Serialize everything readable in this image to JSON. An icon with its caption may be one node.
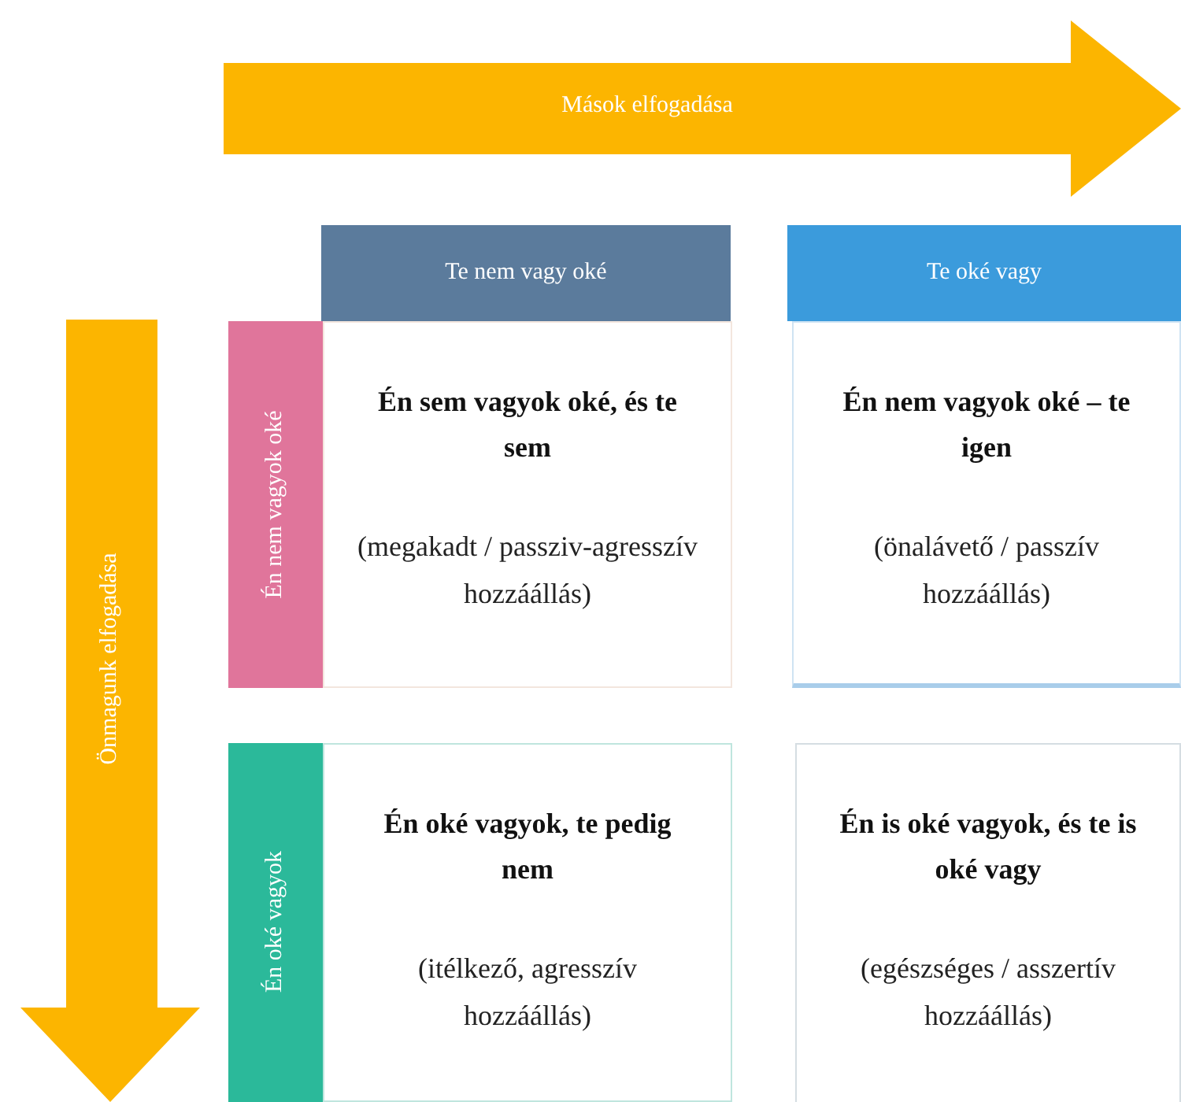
{
  "diagram": {
    "nodes": [
      {
        "text": [
          "Mások elfogadása"
        ]
      },
      {
        "text": [
          "Önmagunk elfogadása"
        ]
      },
      {
        "text": [
          "Te nem vagy oké"
        ]
      },
      {
        "text": [
          "Te oké vagy"
        ]
      },
      {
        "text": [
          "Én nem vagyok oké"
        ]
      },
      {
        "text": [
          "Én sem vagyok oké, és te sem",
          "(megakadt / passziv-agresszív hozzáállás)"
        ]
      },
      {
        "text": [
          "Én nem vagyok oké – te igen",
          "(önalávető / passzív hozzáállás)"
        ]
      },
      {
        "text": [
          "Én oké vagyok"
        ]
      },
      {
        "text": [
          "Én oké vagyok, te pedig nem",
          "(itélkező, agresszív hozzáállás)"
        ]
      },
      {
        "text": [
          "Én is oké vagyok, és te is oké vagy",
          "(egészséges / asszertív hozzáállás)"
        ]
      }
    ]
  }
}
